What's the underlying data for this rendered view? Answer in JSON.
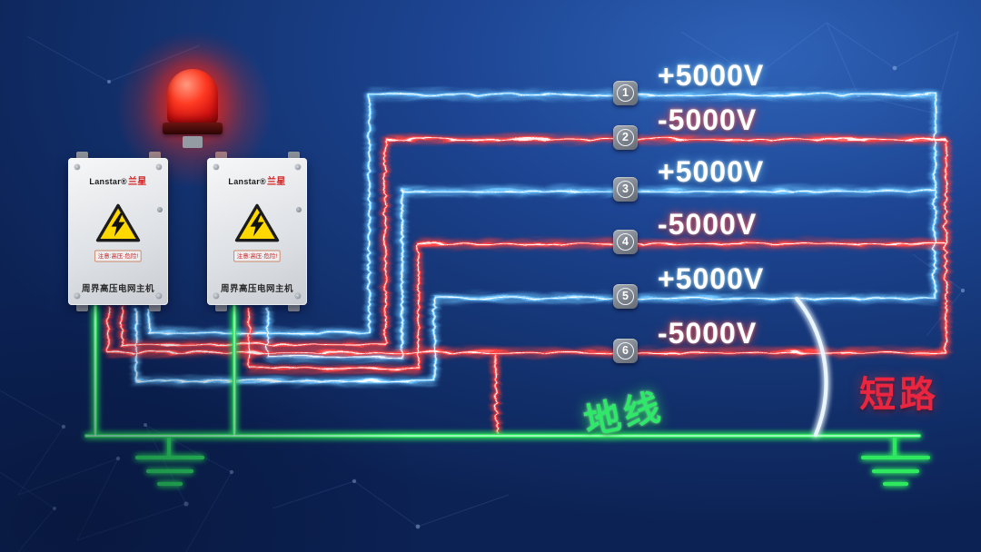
{
  "diagram": {
    "ground_label": "地线",
    "short_circuit_label": "短路"
  },
  "control_boxes": [
    {
      "brand": "Lanstar®",
      "brand_cn": "兰星",
      "warning_text": "注意:高压·危险!",
      "device_label": "周界高压电网主机"
    },
    {
      "brand": "Lanstar®",
      "brand_cn": "兰星",
      "warning_text": "注意:高压·危险!",
      "device_label": "周界高压电网主机"
    }
  ],
  "wires": [
    {
      "number": "1",
      "voltage": "+5000V",
      "polarity": "positive"
    },
    {
      "number": "2",
      "voltage": "-5000V",
      "polarity": "negative"
    },
    {
      "number": "3",
      "voltage": "+5000V",
      "polarity": "positive"
    },
    {
      "number": "4",
      "voltage": "-5000V",
      "polarity": "negative"
    },
    {
      "number": "5",
      "voltage": "+5000V",
      "polarity": "positive"
    },
    {
      "number": "6",
      "voltage": "-5000V",
      "polarity": "negative"
    }
  ],
  "colors": {
    "positive_wire": "#6cc4ff",
    "negative_wire": "#ff4242",
    "ground_wire": "#2ee85e",
    "ground_label": "#2fe86a",
    "short_label": "#ea2540"
  }
}
